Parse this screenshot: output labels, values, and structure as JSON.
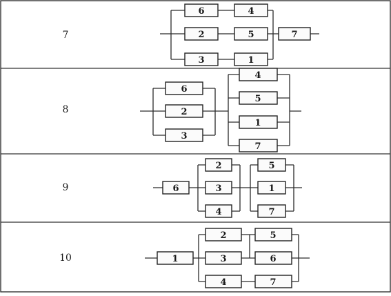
{
  "table": {
    "rows": [
      {
        "variant": "7",
        "blocks": [
          "6",
          "4",
          "2",
          "5",
          "3",
          "1",
          "7"
        ]
      },
      {
        "variant": "8",
        "blocks": [
          "6",
          "2",
          "3",
          "4",
          "5",
          "1",
          "7"
        ]
      },
      {
        "variant": "9",
        "blocks": [
          "6",
          "2",
          "3",
          "4",
          "5",
          "1",
          "7"
        ]
      },
      {
        "variant": "10",
        "blocks": [
          "1",
          "2",
          "3",
          "4",
          "5",
          "6",
          "7"
        ]
      }
    ]
  }
}
